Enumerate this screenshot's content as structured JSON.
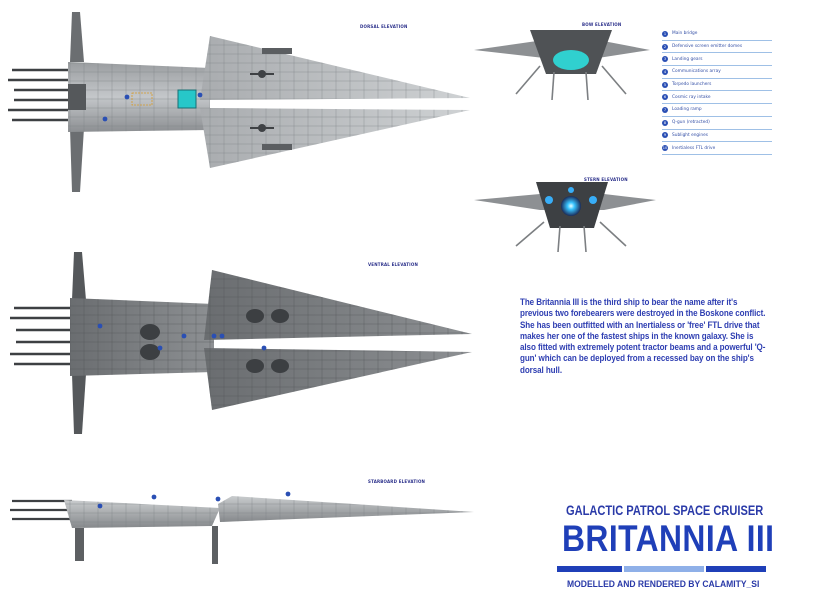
{
  "views": {
    "top": "DORSAL ELEVATION",
    "bottom": "VENTRAL ELEVATION",
    "bow": "BOW ELEVATION",
    "stern": "STERN ELEVATION",
    "side": "STARBOARD ELEVATION"
  },
  "legend": [
    {
      "n": "1",
      "text": "Main bridge"
    },
    {
      "n": "2",
      "text": "Defensive screen emitter domes"
    },
    {
      "n": "3",
      "text": "Landing gears"
    },
    {
      "n": "4",
      "text": "Communications array"
    },
    {
      "n": "5",
      "text": "Torpedo launchers"
    },
    {
      "n": "6",
      "text": "Cosmic ray intake"
    },
    {
      "n": "7",
      "text": "Loading ramp"
    },
    {
      "n": "8",
      "text": "Q-gun (retracted)"
    },
    {
      "n": "9",
      "text": "Sublight engines"
    },
    {
      "n": "10",
      "text": "Inertialess FTL drive"
    }
  ],
  "description": "The Britannia III is the third ship to bear the name after it's previous two forebearers were destroyed in the Boskone conflict. She has been outfitted with an Inertialess or 'free' FTL drive that makes her one of the fastest ships in the known galaxy. She is also fitted with extremely potent tractor beams and a powerful 'Q-gun' which can be deployed from a recessed bay on the ship's dorsal hull.",
  "title": {
    "subtitle": "GALACTIC PATROL SPACE CRUISER",
    "name": "BRITANNIA III",
    "credit": "MODELLED AND RENDERED BY CALAMITY_SI"
  },
  "colors": {
    "hull_light": "#b9bcbf",
    "hull_mid": "#8e9194",
    "hull_dark": "#5f6265",
    "panel_line": "#6f7478",
    "accent_teal": "#28d3cf",
    "marker_blue": "#2a4fb4",
    "text_blue": "#2f3fb2",
    "bar_dark": "#1f3fb8",
    "bar_light": "#8fb0e8"
  }
}
